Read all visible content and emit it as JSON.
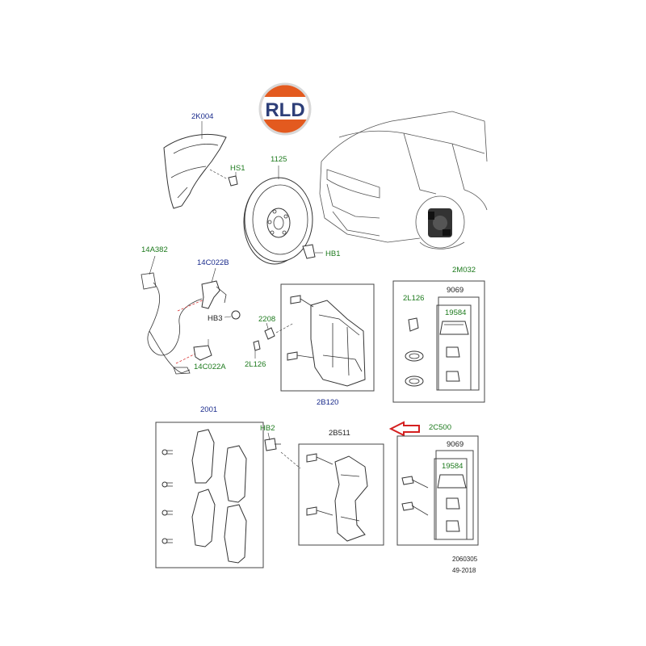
{
  "logo": {
    "text": "RLD",
    "colors": {
      "top": "#ffffff",
      "band": "#e35a1f",
      "text": "#2d3e78",
      "ring": "#d8d8d8"
    }
  },
  "labels": {
    "shield": "2K004",
    "shield_screw": "HS1",
    "disc": "1125",
    "disc_screw": "HB1",
    "sensor": "14A382",
    "bracket_upper": "14C022B",
    "bracket_bolt": "HB3",
    "bracket_lower": "14C022A",
    "bleed_screw": "2208",
    "bleed_cap": "2L126",
    "caliper": "2B120",
    "kit_upper": "2M032",
    "kit_upper_cap": "2L126",
    "kit_upper_sub": "9069",
    "kit_upper_sub2": "19584",
    "pads": "2001",
    "carrier_bolt": "HB2",
    "carrier": "2B511",
    "kit_lower": "2C500",
    "kit_lower_sub": "9069",
    "kit_lower_sub2": "19584"
  },
  "reference": {
    "number": "2060305",
    "date": "49-2018"
  },
  "colors": {
    "blue_label": "#1a2b8c",
    "green_label": "#1d7a1d",
    "arrow": "#d42020"
  }
}
